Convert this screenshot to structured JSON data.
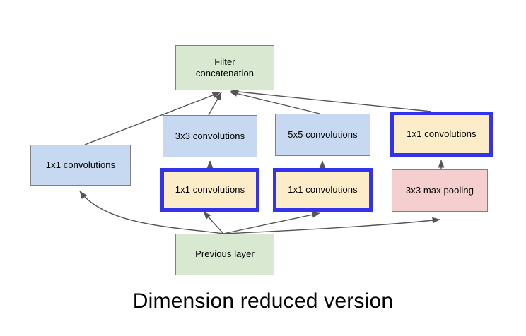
{
  "figure": {
    "caption": "Dimension reduced version",
    "background_color": "#ffffff",
    "edge_color": "#555555"
  },
  "palette": {
    "green_fill": "#d9e8d1",
    "blue_fill": "#c6d9f1",
    "yellow_fill": "#fdecc8",
    "pink_fill": "#f5cfcf",
    "plain_border": "#808080",
    "highlight_border": "#3333ee",
    "text": "#000000"
  },
  "nodes": {
    "filter_concatenation": {
      "label": "Filter concatenation",
      "label_line1": "Filter",
      "label_line2": "concatenation"
    },
    "conv_3x3": {
      "label": "3x3 convolutions"
    },
    "conv_5x5": {
      "label": "5x5 convolutions"
    },
    "conv_1x1_top_right": {
      "label": "1x1 convolutions"
    },
    "conv_1x1_left": {
      "label": "1x1 convolutions"
    },
    "conv_1x1_reduce_a": {
      "label": "1x1 convolutions"
    },
    "conv_1x1_reduce_b": {
      "label": "1x1 convolutions"
    },
    "max_pool_3x3": {
      "label": "3x3 max pooling"
    },
    "previous_layer": {
      "label": "Previous layer"
    }
  },
  "edges": [
    {
      "from": "previous_layer",
      "to": "conv_1x1_left"
    },
    {
      "from": "previous_layer",
      "to": "conv_1x1_reduce_a"
    },
    {
      "from": "previous_layer",
      "to": "conv_1x1_reduce_b"
    },
    {
      "from": "previous_layer",
      "to": "max_pool_3x3"
    },
    {
      "from": "conv_1x1_reduce_a",
      "to": "conv_3x3"
    },
    {
      "from": "conv_1x1_reduce_b",
      "to": "conv_5x5"
    },
    {
      "from": "max_pool_3x3",
      "to": "conv_1x1_top_right"
    },
    {
      "from": "conv_1x1_left",
      "to": "filter_concatenation"
    },
    {
      "from": "conv_3x3",
      "to": "filter_concatenation"
    },
    {
      "from": "conv_5x5",
      "to": "filter_concatenation"
    },
    {
      "from": "conv_1x1_top_right",
      "to": "filter_concatenation"
    }
  ]
}
